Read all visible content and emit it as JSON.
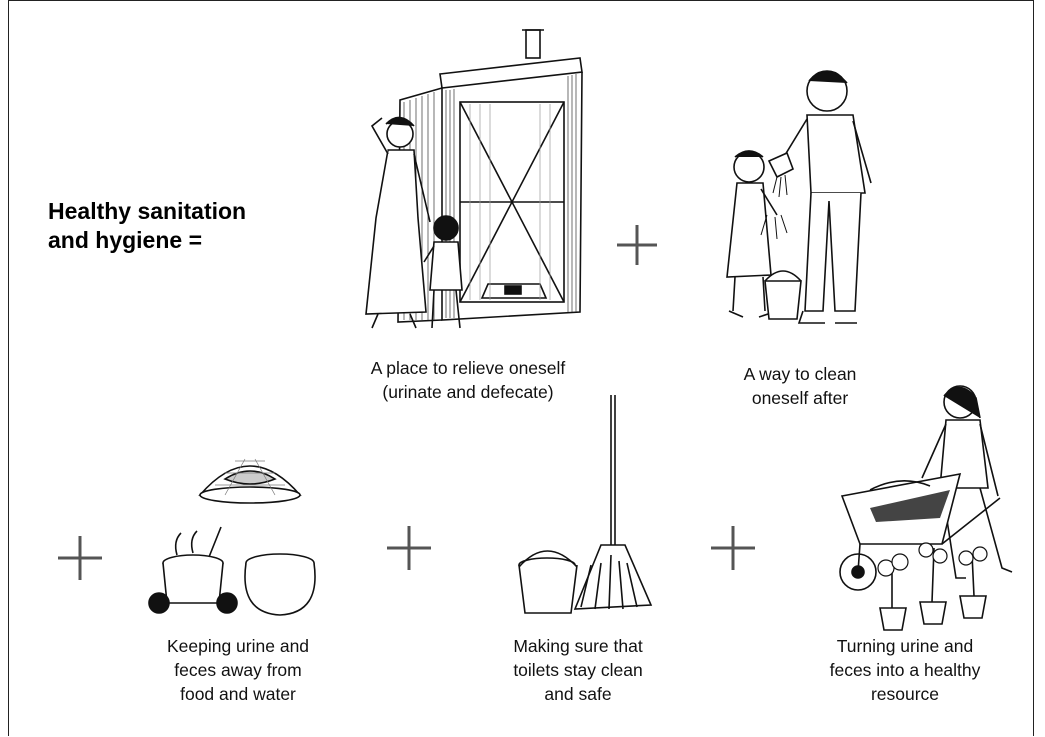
{
  "headline": "Healthy sanitation\nand hygiene =",
  "items": [
    {
      "caption": "A place to relieve oneself\n(urinate and defecate)",
      "icon": "latrine-illustration"
    },
    {
      "caption": "A way to clean\noneself after",
      "icon": "handwashing-illustration"
    },
    {
      "caption": "Keeping urine and\nfeces away from\nfood and water",
      "icon": "covered-food-illustration"
    },
    {
      "caption": "Making sure that\ntoilets stay clean\nand safe",
      "icon": "bucket-mop-illustration"
    },
    {
      "caption": "Turning urine and\nfeces into a healthy\nresource",
      "icon": "wheelbarrow-garden-illustration"
    }
  ],
  "operator": "+",
  "colors": {
    "ink": "#111111",
    "plus": "#555555",
    "border": "#222222"
  }
}
